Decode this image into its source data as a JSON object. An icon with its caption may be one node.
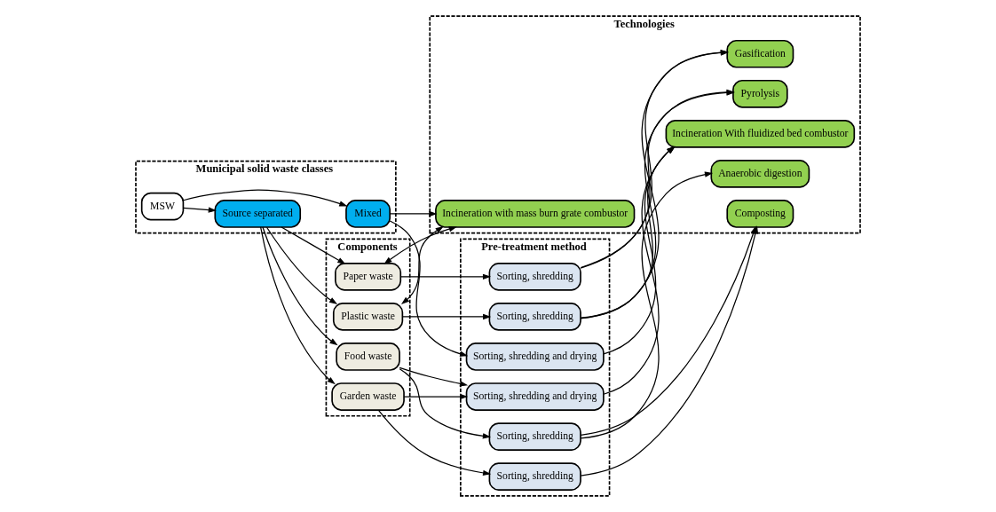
{
  "diagram": {
    "nodes": [
      {
        "text": [
          "Municipal solid waste classes"
        ]
      },
      {
        "text": [
          "MSW"
        ],
        "in": 0
      },
      {
        "text": [
          "Mixed"
        ],
        "in": 0
      },
      {
        "text": [
          "Source separated"
        ],
        "in": 0
      },
      {
        "text": [
          "Components"
        ]
      },
      {
        "text": [
          "Food waste"
        ],
        "in": 4
      },
      {
        "text": [
          "Garden waste"
        ],
        "in": 4
      },
      {
        "text": [
          "Plastic waste"
        ],
        "in": 4
      },
      {
        "text": [
          "Paper waste"
        ],
        "in": 4
      },
      {
        "text": [
          "Pre-treatment method"
        ]
      },
      {
        "text": [
          "Sorting, shredding and drying"
        ],
        "in": 9
      },
      {
        "text": [
          "Sorting, shredding and drying"
        ],
        "in": 9
      },
      {
        "text": [
          "Sorting, shredding"
        ],
        "in": 9
      },
      {
        "text": [
          "Sorting, shredding"
        ],
        "in": 9
      },
      {
        "text": [
          "Sorting, shredding"
        ],
        "in": 9
      },
      {
        "text": [
          "Sorting, shredding"
        ],
        "in": 9
      },
      {
        "text": [
          "Technologies"
        ]
      },
      {
        "text": [
          "Incineration with mass burn grate combustor"
        ],
        "in": 16
      },
      {
        "text": [
          "Incineration With fluidized bed combustor"
        ],
        "in": 16
      },
      {
        "text": [
          "Gasification"
        ],
        "in": 16
      },
      {
        "text": [
          "Pyrolysis"
        ],
        "in": 16
      },
      {
        "text": [
          "Anaerobic digestion"
        ],
        "in": 16
      },
      {
        "text": [
          "Composting"
        ],
        "in": 16
      }
    ],
    "edges": [
      {
        "from": 1,
        "to": 2,
        "arrow": "to"
      },
      {
        "from": 1,
        "to": 3,
        "arrow": "to"
      },
      {
        "from": 2,
        "to": 17,
        "arrow": "to"
      },
      {
        "from": 2,
        "to": 10,
        "arrow": "to"
      },
      {
        "from": 8,
        "to": 17,
        "arrow": "both"
      },
      {
        "from": 7,
        "to": 17,
        "arrow": "both"
      },
      {
        "from": 3,
        "to": 5,
        "arrow": "to"
      },
      {
        "from": 3,
        "to": 6,
        "arrow": "to"
      },
      {
        "from": 3,
        "to": 7,
        "arrow": "to"
      },
      {
        "from": 3,
        "to": 8,
        "arrow": "to"
      },
      {
        "from": 5,
        "to": 11,
        "arrow": "to"
      },
      {
        "from": 5,
        "to": 12,
        "arrow": "to"
      },
      {
        "from": 6,
        "to": 11,
        "arrow": "to"
      },
      {
        "from": 6,
        "to": 13,
        "arrow": "to"
      },
      {
        "from": 7,
        "to": 14,
        "arrow": "to"
      },
      {
        "from": 8,
        "to": 15,
        "arrow": "to"
      },
      {
        "from": 10,
        "to": 18,
        "arrow": "to"
      },
      {
        "from": 11,
        "to": 18,
        "arrow": "to"
      },
      {
        "from": 12,
        "to": 21,
        "arrow": "to"
      },
      {
        "from": 12,
        "to": 22,
        "arrow": "to"
      },
      {
        "from": 13,
        "to": 22,
        "arrow": "to"
      },
      {
        "from": 14,
        "to": 18,
        "arrow": "to"
      },
      {
        "from": 14,
        "to": 19,
        "arrow": "to"
      },
      {
        "from": 14,
        "to": 20,
        "arrow": "to"
      },
      {
        "from": 15,
        "to": 19,
        "arrow": "to"
      },
      {
        "from": 15,
        "to": 20,
        "arrow": "to"
      }
    ]
  }
}
